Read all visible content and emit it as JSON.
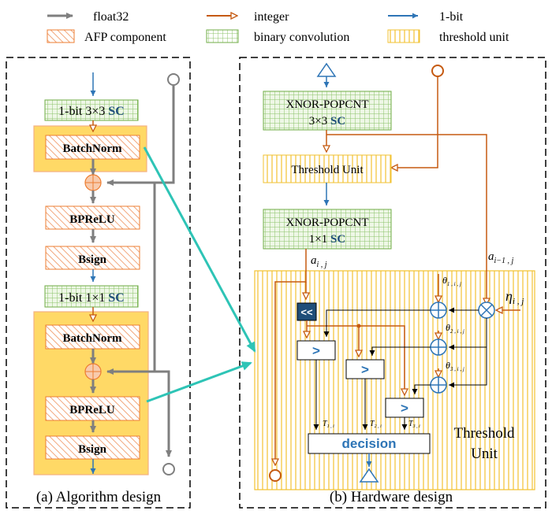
{
  "legend": {
    "float32": "float32",
    "integer": "integer",
    "one_bit": "1-bit",
    "afp_component": "AFP component",
    "binary_convolution": "binary convolution",
    "threshold_unit": "threshold unit"
  },
  "algorithm": {
    "sc3_prefix": "1-bit 3×3 ",
    "sc3_suffix": "SC",
    "batchnorm1": "BatchNorm",
    "bprelu1": "BPReLU",
    "bsign1": "Bsign",
    "sc1_prefix": "1-bit 1×1 ",
    "sc1_suffix": "SC",
    "batchnorm2": "BatchNorm",
    "bprelu2": "BPReLU",
    "bsign2": "Bsign",
    "caption": "(a) Algorithm design"
  },
  "hardware": {
    "xnor1_line1": "XNOR-POPCNT",
    "xnor1_line2_prefix": "3×3 ",
    "xnor1_line2_suffix": "SC",
    "threshold_unit_box": "Threshold Unit",
    "xnor2_line1": "XNOR-POPCNT",
    "xnor2_line2_prefix": "1×1 ",
    "xnor2_line2_suffix": "SC",
    "a_ij": "a",
    "a_ij_sub": "i , j",
    "a_i1j": "a",
    "a_i1j_sub": "i−1 , j",
    "eta": "η",
    "eta_sub": "i , j",
    "theta1": "θ",
    "theta1_sub": "1 , i , j",
    "theta2": "θ",
    "theta2_sub": "2 , i , j",
    "theta3": "θ",
    "theta3_sub": "3 , i , j",
    "shift": "<<",
    "cmp1": ">",
    "cmp2": ">",
    "cmp3": ">",
    "t1": "T",
    "t1_sub": "1 , i",
    "t2": "T",
    "t2_sub": "2 , i",
    "t3": "T",
    "t3_sub": "3 , i",
    "decision": "decision",
    "tu_line1": "Threshold",
    "tu_line2": "Unit",
    "caption": "(b) Hardware design"
  },
  "colors": {
    "float": "#7f7f7f",
    "integer": "#c55a11",
    "onebit": "#2e75b6",
    "green": "#70ad47",
    "yellow": "#f2c230",
    "teal": "#2ec4b6",
    "navy": "#1f4e79"
  }
}
